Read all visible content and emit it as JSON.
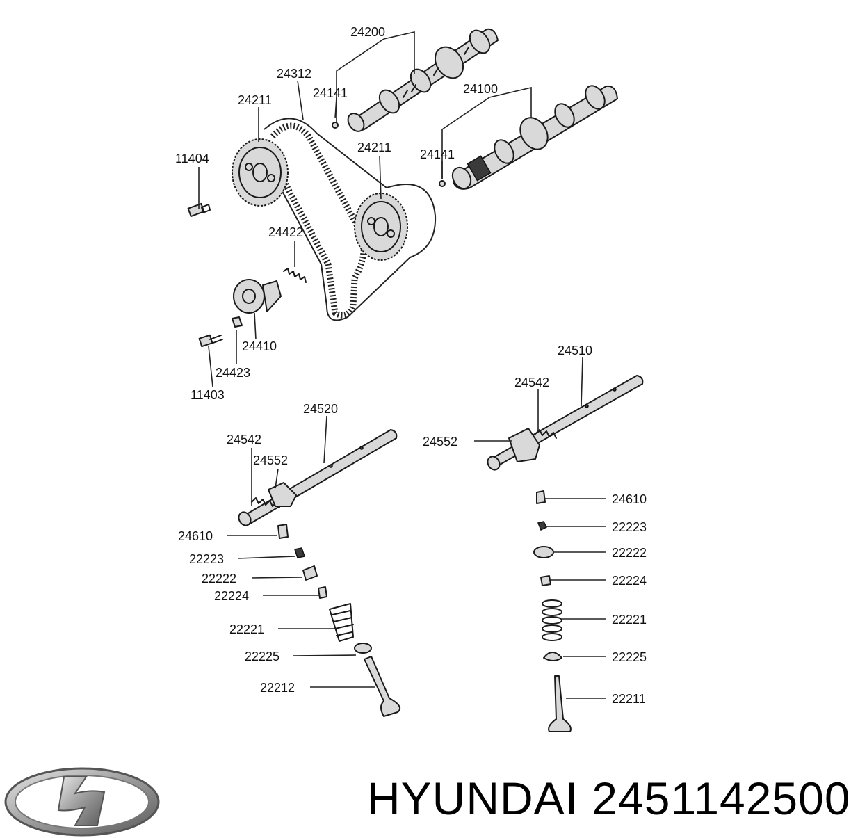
{
  "brand": "HYUNDAI",
  "part_number": "2451142500",
  "labels": {
    "l24200": "24200",
    "l24312": "24312",
    "l24141a": "24141",
    "l24211a": "24211",
    "l24100": "24100",
    "l11404": "11404",
    "l24211b": "24211",
    "l24141b": "24141",
    "l24422": "24422",
    "l24410": "24410",
    "l24423": "24423",
    "l11403": "11403",
    "l24510": "24510",
    "l24542r": "24542",
    "l24520": "24520",
    "l24552r": "24552",
    "l24542l": "24542",
    "l24552l": "24552",
    "l24610r": "24610",
    "l22223r": "22223",
    "l22222r": "22222",
    "l22224r": "22224",
    "l22221r": "22221",
    "l22225r": "22225",
    "l22211r": "22211",
    "l24610l": "24610",
    "l22223l": "22223",
    "l22222l": "22222",
    "l22224l": "22224",
    "l22221l": "22221",
    "l22225l": "22225",
    "l22212l": "22212"
  }
}
